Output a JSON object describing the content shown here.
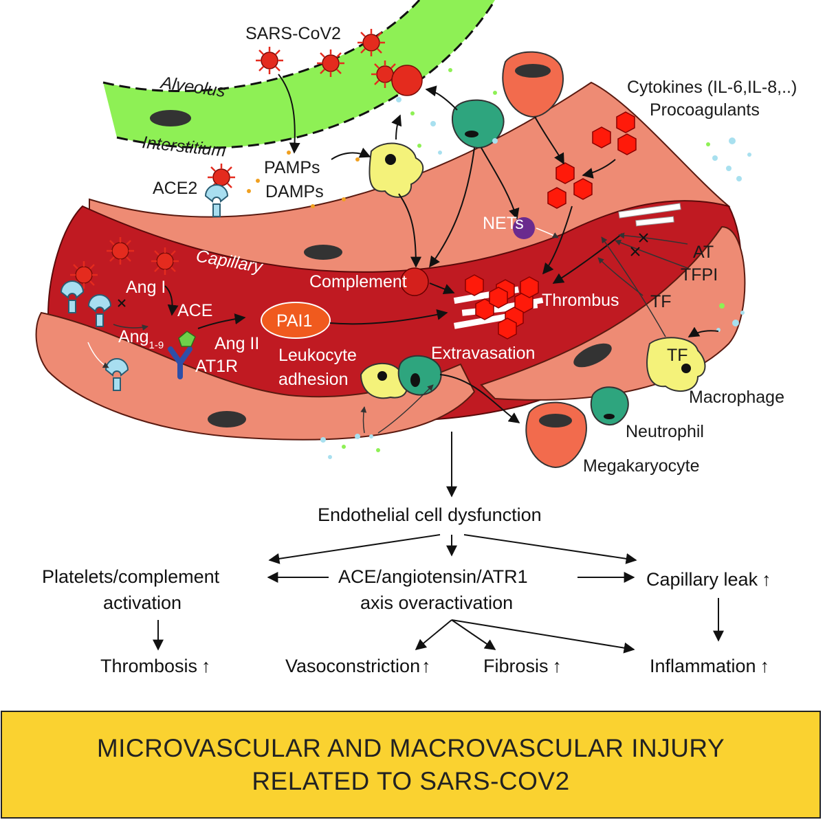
{
  "labels": {
    "sars_cov2": "SARS-CoV2",
    "alveolus": "Alveolus",
    "interstitium": "Interstitium",
    "ace2": "ACE2",
    "pamps": "PAMPs",
    "damps": "DAMPs",
    "cytokines": "Cytokines (IL-6,IL-8,..)",
    "procoagulants": "Procoagulants",
    "capillary": "Capillary",
    "nets": "NETs",
    "ang1": "Ang I",
    "ace": "ACE",
    "ang19": "Ang",
    "ang19_sub": "1-9",
    "ang2": "Ang II",
    "at1r": "AT1R",
    "complement": "Complement",
    "pai1": "PAI1",
    "thrombus": "Thrombus",
    "at": "AT",
    "tfpi": "TFPI",
    "tf_arrow": "TF",
    "tf_cell": "TF",
    "leukocyte": "Leukocyte",
    "adhesion": "adhesion",
    "extravasation": "Extravasation",
    "macrophage": "Macrophage",
    "neutrophil": "Neutrophil",
    "megakaryocyte": "Megakaryocyte"
  },
  "flow": {
    "endothelial": "Endothelial cell dysfunction",
    "platelets_line1": "Platelets/complement",
    "platelets_line2": "activation",
    "ace_axis_line1": "ACE/angiotensin/ATR1",
    "ace_axis_line2": "axis overactivation",
    "capillary_leak": "Capillary leak",
    "thrombosis": "Thrombosis",
    "vasoconstriction": "Vasoconstriction",
    "fibrosis": "Fibrosis",
    "inflammation": "Inflammation",
    "up_arrow": "↑"
  },
  "banner": {
    "line1": "MICROVASCULAR AND MACROVASCULAR INJURY",
    "line2": "RELATED TO SARS-COV2"
  },
  "colors": {
    "alveolus": "#8ef055",
    "vessel_wall": "#ee8b74",
    "lumen": "#c01a22",
    "virus": "#e42b1e",
    "receptor": "#a8def0",
    "macrophage": "#f4f27a",
    "neutrophil": "#2ea57e",
    "megakaryocyte": "#f26b4d",
    "thrombus": "#ff1a0a",
    "nets": "#6a2b8e",
    "pai1": "#f05a1e",
    "banner": "#fad230"
  }
}
